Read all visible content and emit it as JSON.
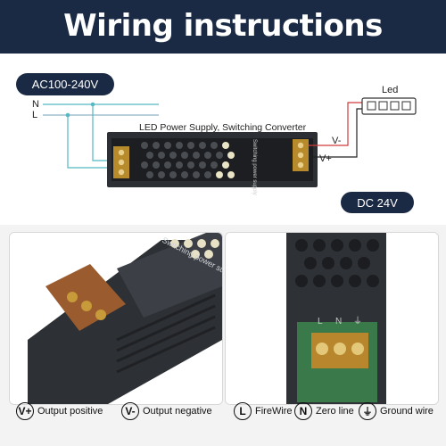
{
  "header": {
    "title": "Wiring instructions"
  },
  "diagram": {
    "input_voltage": "AC100-240V",
    "output_voltage": "DC 24V",
    "line_label": "L",
    "neutral_label": "N",
    "device_label": "LED Power Supply, Switching Converter",
    "load_label": "Led",
    "vminus_label": "V-",
    "vplus_label": "V+",
    "supply_print": "Switching power supply"
  },
  "photos": {
    "left_print": "Switching power supply",
    "right_terminals": [
      "L",
      "N",
      "⏚"
    ]
  },
  "legend": {
    "vplus": {
      "symbol": "V+",
      "text": "Output positive"
    },
    "vminus": {
      "symbol": "V-",
      "text": "Output negative"
    },
    "fire": {
      "symbol": "L",
      "text": "FireWire"
    },
    "zero": {
      "symbol": "N",
      "text": "Zero line"
    },
    "ground": {
      "symbol": "⏚",
      "text": "Ground wire"
    }
  },
  "colors": {
    "header_bg": "#1b2a44",
    "wire_teal": "#55b8c4",
    "wire_red": "#d23b3b",
    "housing": "#2c2f33"
  }
}
